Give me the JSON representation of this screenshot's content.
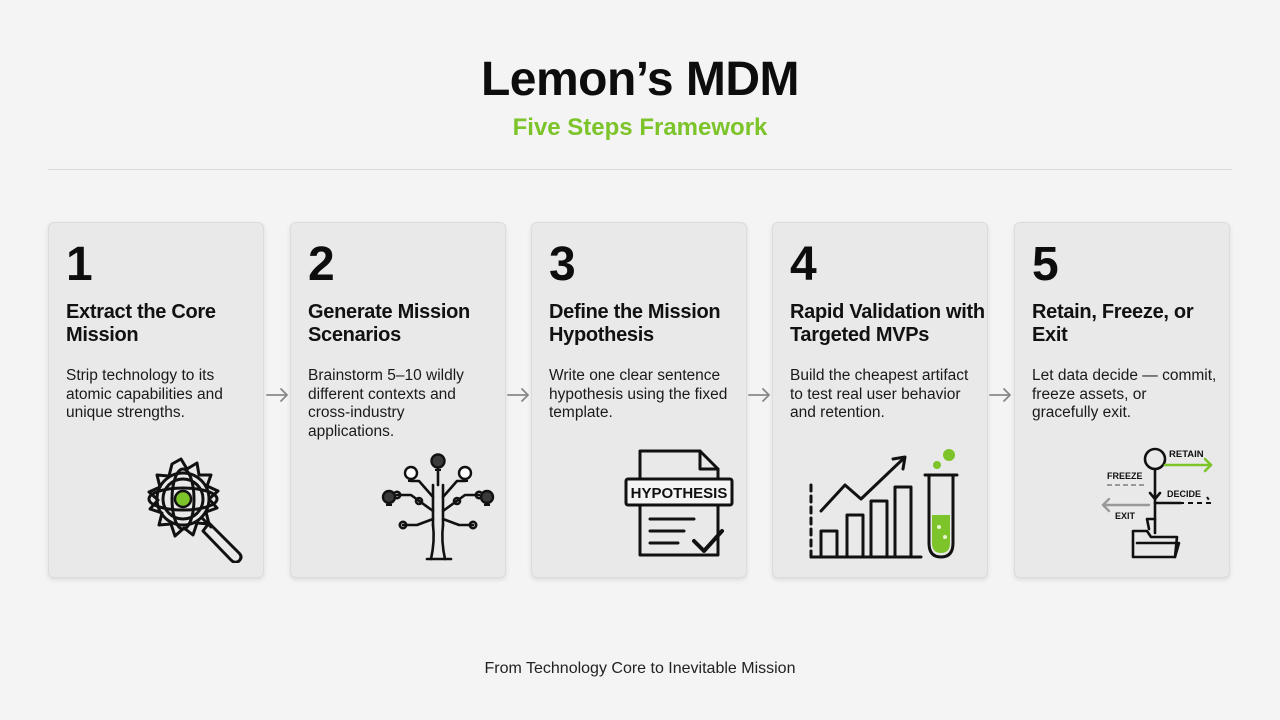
{
  "header": {
    "title": "Lemon’s MDM",
    "subtitle": "Five Steps Framework"
  },
  "steps": [
    {
      "number": "1",
      "title": "Extract the Core Mission",
      "description": "Strip technology to its atomic capabilities and unique strengths.",
      "icon": "magnifier-gear-icon"
    },
    {
      "number": "2",
      "title": "Generate Mission Scenarios",
      "description": "Brainstorm 5–10 wildly different contexts and cross-industry applications.",
      "icon": "idea-tree-icon"
    },
    {
      "number": "3",
      "title": "Define the Mission Hypothesis",
      "description": "Write one clear sentence hypothesis using the fixed template.",
      "icon": "hypothesis-document-icon",
      "icon_text": "HYPOTHESIS"
    },
    {
      "number": "4",
      "title": "Rapid Validation with Targeted MVPs",
      "description": "Build the cheapest artifact to test real user behavior and retention.",
      "icon": "growth-chart-test-tube-icon"
    },
    {
      "number": "5",
      "title": "Retain, Freeze, or Exit",
      "description": "Let data decide — commit, freeze assets, or gracefully exit.",
      "icon": "decision-flow-icon",
      "icon_labels": {
        "retain": "RETAIN",
        "freeze": "FREEZE",
        "decide": "DECIDE",
        "exit": "EXIT"
      }
    }
  ],
  "footer": {
    "text": "From Technology Core to Inevitable Mission"
  },
  "colors": {
    "accent": "#7cc42a",
    "text": "#0d0d0d",
    "card": "#e9e9e9",
    "background": "#f4f4f4"
  }
}
